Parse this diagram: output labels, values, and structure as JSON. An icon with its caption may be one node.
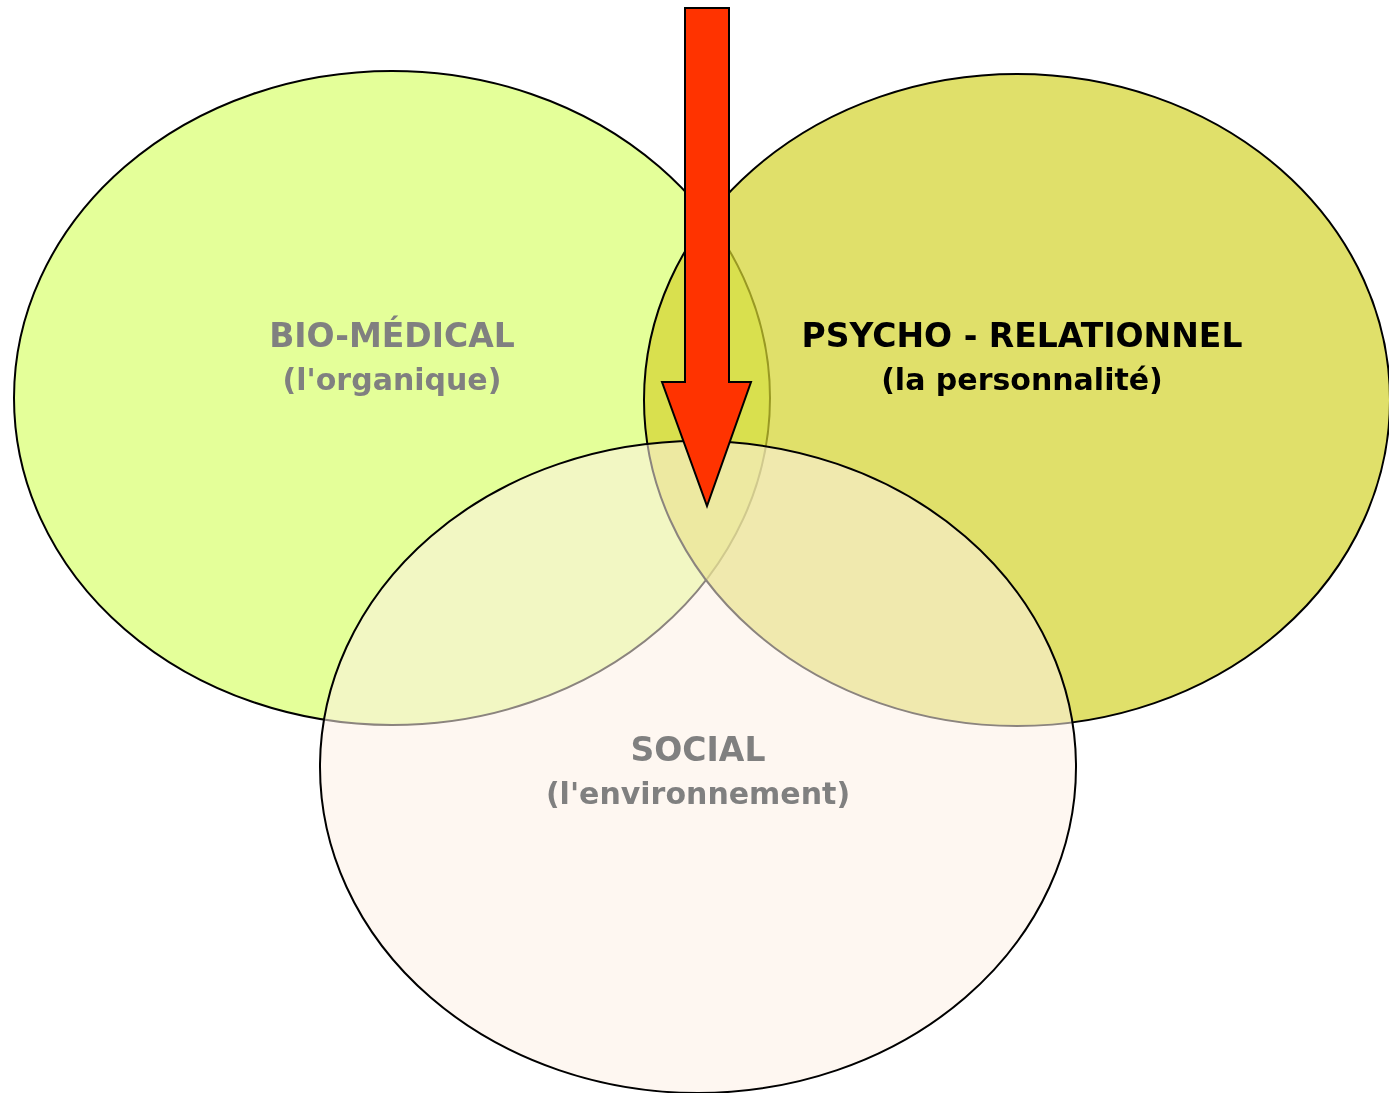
{
  "diagram": {
    "nodes": [
      {
        "text": [
          "BIO-MÉDICAL",
          "(l'organique)"
        ]
      },
      {
        "text": [
          "PSYCHO - RELATIONNEL",
          "(la personnalité)"
        ]
      },
      {
        "text": [
          "SOCIAL",
          "(l'environnement)"
        ]
      }
    ]
  }
}
